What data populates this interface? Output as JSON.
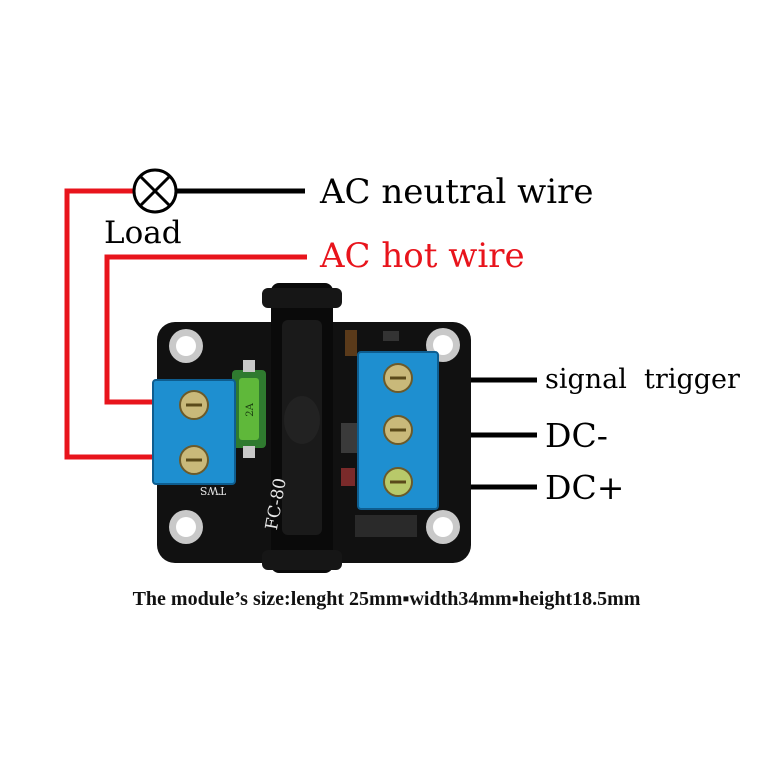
{
  "labels": {
    "neutral": "AC neutral wire",
    "hot": "AC hot wire",
    "load": "Load",
    "signal": "signal  trigger",
    "dc_minus": "DC-",
    "dc_plus": "DC+"
  },
  "board_text": {
    "part": "FC-80",
    "model": "TWS",
    "fuse": "2A"
  },
  "caption": "The module’s size:lenght 25mm▪width34mm▪height18.5mm",
  "colors": {
    "hot_wire": "#e8141c",
    "neutral_wire": "#000000",
    "terminal": "#1e8fd0",
    "pcb": "#111111",
    "relay": "#0b0b0b"
  }
}
